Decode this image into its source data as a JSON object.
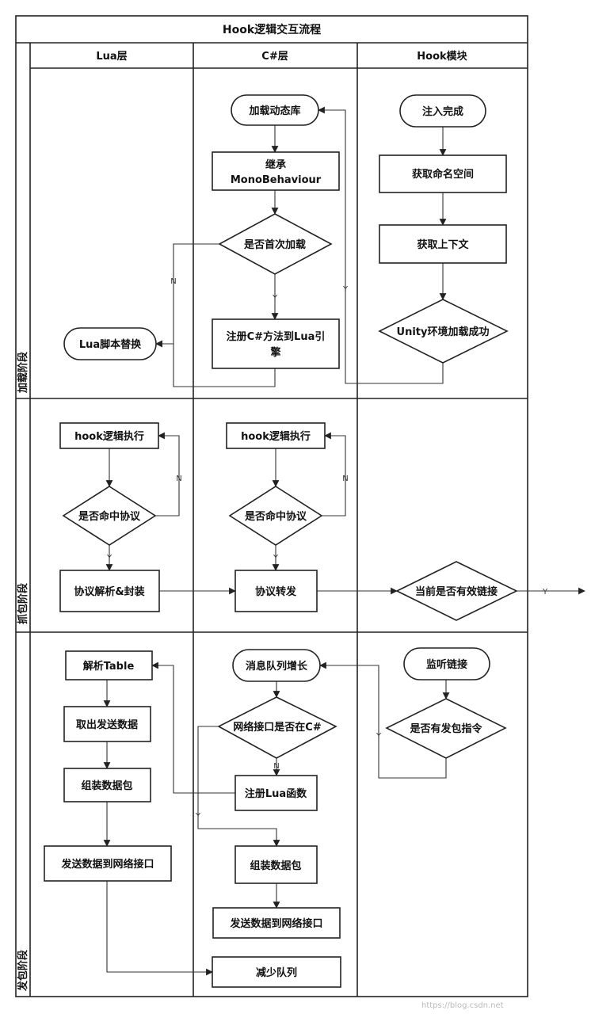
{
  "title": "Hook逻辑交互流程",
  "columns": [
    "Lua层",
    "C#层",
    "Hook模块"
  ],
  "phases": [
    "加载阶段",
    "抓包阶段",
    "发包阶段"
  ],
  "nodes": {
    "load_lib": "加载动态库",
    "inherit": [
      "继承",
      "MonoBehaviour"
    ],
    "first_load": "是否首次加载",
    "register_cs": [
      "注册C#方法到Lua引",
      "擎"
    ],
    "lua_replace": "Lua脚本替换",
    "inject_done": "注入完成",
    "get_namespace": "获取命名空间",
    "get_context": "获取上下文",
    "unity_ready": "Unity环境加载成功",
    "lua_hook_exec": "hook逻辑执行",
    "lua_hit": "是否命中协议",
    "lua_parse": "协议解析&封装",
    "cs_hook_exec": "hook逻辑执行",
    "cs_hit": "是否命中协议",
    "cs_forward": "协议转发",
    "valid_link": "当前是否有效链接",
    "parse_table": "解析Table",
    "take_data": "取出发送数据",
    "lua_assemble": "组装数据包",
    "lua_send": "发送数据到网络接口",
    "queue_grow": "消息队列增长",
    "net_in_cs": "网络接口是否在C#",
    "register_lua": "注册Lua函数",
    "cs_assemble": "组装数据包",
    "cs_send": "发送数据到网络接口",
    "queue_reduce": "减少队列",
    "listen": "监听链接",
    "has_cmd": "是否有发包指令"
  },
  "edge_labels": {
    "yes": "Y",
    "no": "N"
  },
  "watermark": "https://blog.csdn.net"
}
